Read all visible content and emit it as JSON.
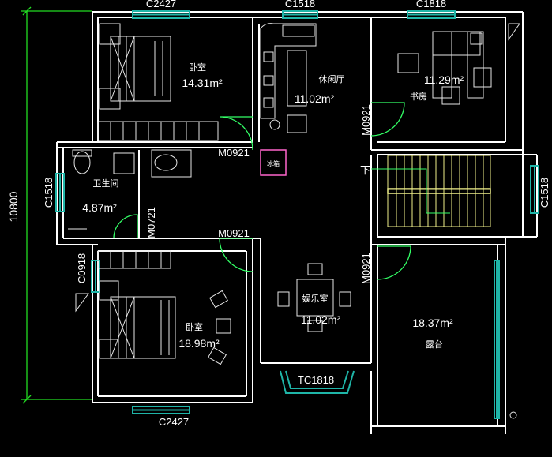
{
  "colors": {
    "background": "#000000",
    "wall": "#ffffff",
    "furniture": "#e6e6e6",
    "window": "#1fb5a8",
    "door": "#33ff66",
    "dimension": "#22dd22",
    "stair": "#f0f08a",
    "pink": "#ff66cc"
  },
  "dimensions": {
    "total_height": "10800"
  },
  "windows": {
    "top_left": "C2427",
    "top_middle": "C1518",
    "top_right": "C1818",
    "left_bath": "C1518",
    "right_stair": "C1518",
    "left_bedroom": "C0918",
    "bottom_left": "C2427",
    "bay": "TC1818"
  },
  "doors": {
    "bedroom_top": "M0921",
    "bath": "M0721",
    "bedroom_bottom": "M0921",
    "study": "M0921",
    "terrace": "M0921"
  },
  "rooms": {
    "bedroom_top": {
      "name": "卧室",
      "area": "14.31m²"
    },
    "lounge": {
      "name": "休闲厅",
      "area": "11.02m²"
    },
    "study": {
      "name": "书房",
      "area": "11.29m²"
    },
    "bathroom": {
      "name": "卫生间",
      "area": "4.87m²"
    },
    "bedroom_bottom": {
      "name": "卧室",
      "area": "18.98m²"
    },
    "entertainment": {
      "name": "娱乐室",
      "area": "11.02m²"
    },
    "terrace": {
      "name": "露台",
      "area": "18.37m²"
    }
  },
  "stair": {
    "direction_label": "下"
  },
  "appliance_label": "冰箱"
}
